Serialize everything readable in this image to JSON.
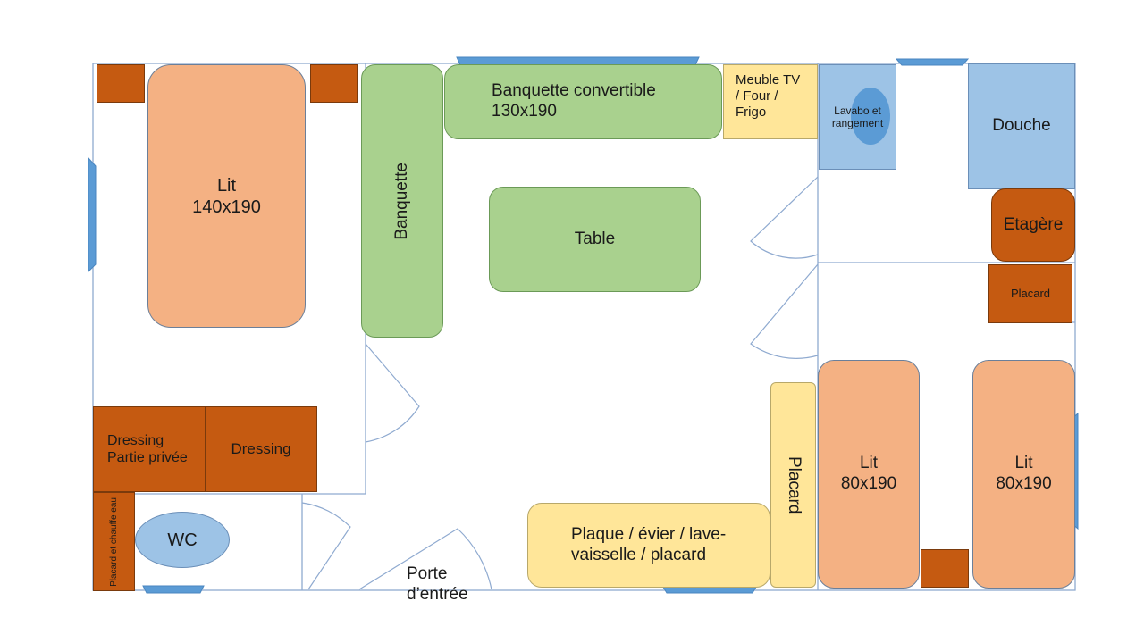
{
  "colors": {
    "wall": "#7f9fc9",
    "bed": "#f4b183",
    "seating": "#a9d18e",
    "kitchen": "#ffe699",
    "storage": "#c55a11",
    "bath": "#9dc3e6",
    "window": "#5b9bd5"
  },
  "rooms": {
    "bed_master": {
      "line1": "Lit",
      "line2": "140x190"
    },
    "dressing_private": {
      "line1": "Dressing",
      "line2": "Partie privée"
    },
    "dressing": "Dressing",
    "placard_chauffe_eau": "Placard et chauffe eau",
    "wc": "WC",
    "banquette": "Banquette",
    "banquette_convertible": {
      "line1": "Banquette convertible",
      "line2": "130x190"
    },
    "table": "Table",
    "meuble_tv": {
      "line1": "Meuble TV",
      "line2": "/ Four /",
      "line3": "Frigo"
    },
    "lavabo": {
      "line1": "Lavabo et",
      "line2": "rangement"
    },
    "douche": "Douche",
    "etagere": "Etagère",
    "placard_right": "Placard",
    "placard_vertical": "Placard",
    "bed_left_small": {
      "line1": "Lit",
      "line2": "80x190"
    },
    "bed_right_small": {
      "line1": "Lit",
      "line2": "80x190"
    },
    "kitchen_counter": {
      "line1": "Plaque / évier / lave-",
      "line2": "vaisselle / placard"
    },
    "porte": {
      "line1": "Porte",
      "line2": "d’entrée"
    }
  }
}
